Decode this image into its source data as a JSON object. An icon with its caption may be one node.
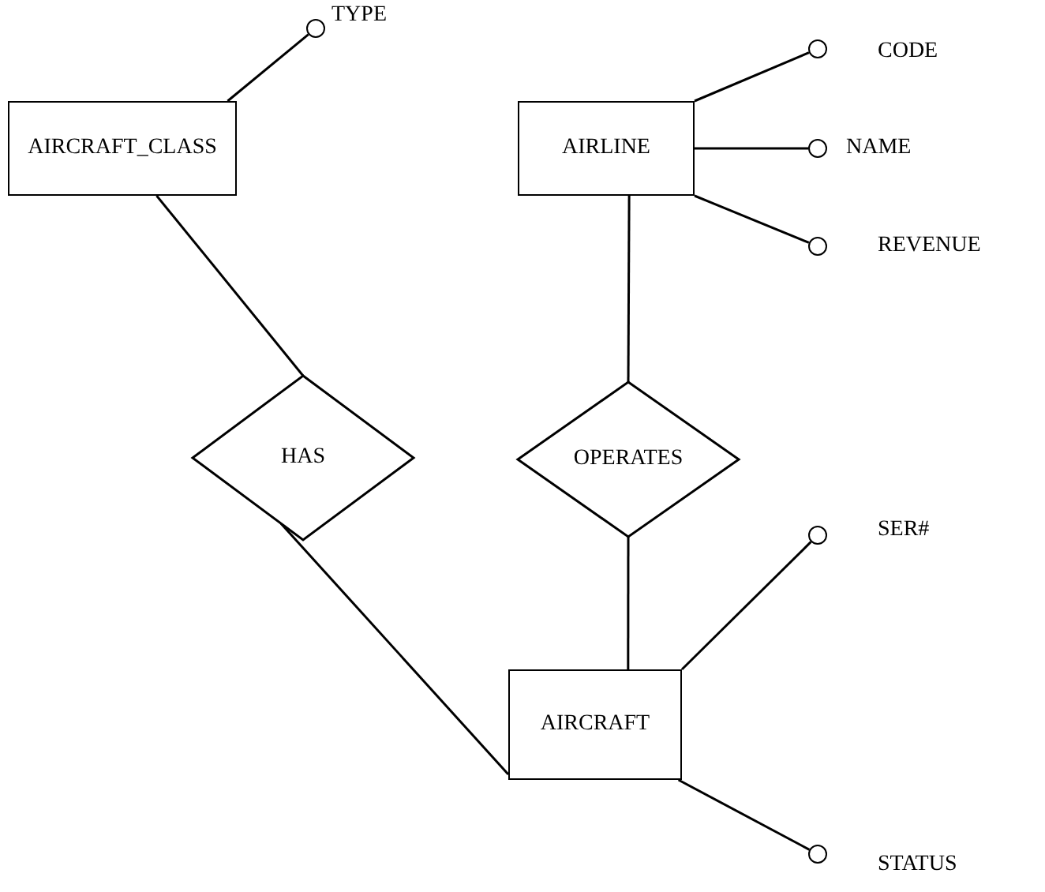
{
  "diagram": {
    "nodes": [
      {
        "text": [],
        "shape": "circle",
        "beside": [
          "TYPE"
        ]
      },
      {
        "text": [],
        "shape": "circle",
        "beside": [
          "CODE"
        ]
      },
      {
        "text": [
          "AIRCRAFT_CLASS"
        ]
      },
      {
        "text": [
          "AIRLINE"
        ]
      },
      {
        "text": [],
        "shape": "circle",
        "beside": [
          "NAME"
        ]
      },
      {
        "text": [],
        "shape": "circle",
        "beside": [
          "REVENUE"
        ]
      },
      {
        "text": [
          "HAS"
        ]
      },
      {
        "text": [
          "OPERATES"
        ]
      },
      {
        "text": [],
        "shape": "circle",
        "beside": [
          "SER#"
        ]
      },
      {
        "text": [
          "AIRCRAFT"
        ]
      },
      {
        "text": [],
        "shape": "circle",
        "beside": [
          "STATUS"
        ]
      }
    ],
    "edges": [
      {
        "from": 2,
        "to": 0,
        "arrow": "none"
      },
      {
        "from": 3,
        "to": 1,
        "arrow": "none"
      },
      {
        "from": 3,
        "to": 4,
        "arrow": "none"
      },
      {
        "from": 3,
        "to": 5,
        "arrow": "none"
      },
      {
        "from": 2,
        "to": 6,
        "arrow": "none"
      },
      {
        "from": 3,
        "to": 7,
        "arrow": "none"
      },
      {
        "from": 6,
        "to": 9,
        "arrow": "none"
      },
      {
        "from": 7,
        "to": 9,
        "arrow": "none"
      },
      {
        "from": 9,
        "to": 8,
        "arrow": "none"
      },
      {
        "from": 9,
        "to": 10,
        "arrow": "none"
      }
    ]
  }
}
